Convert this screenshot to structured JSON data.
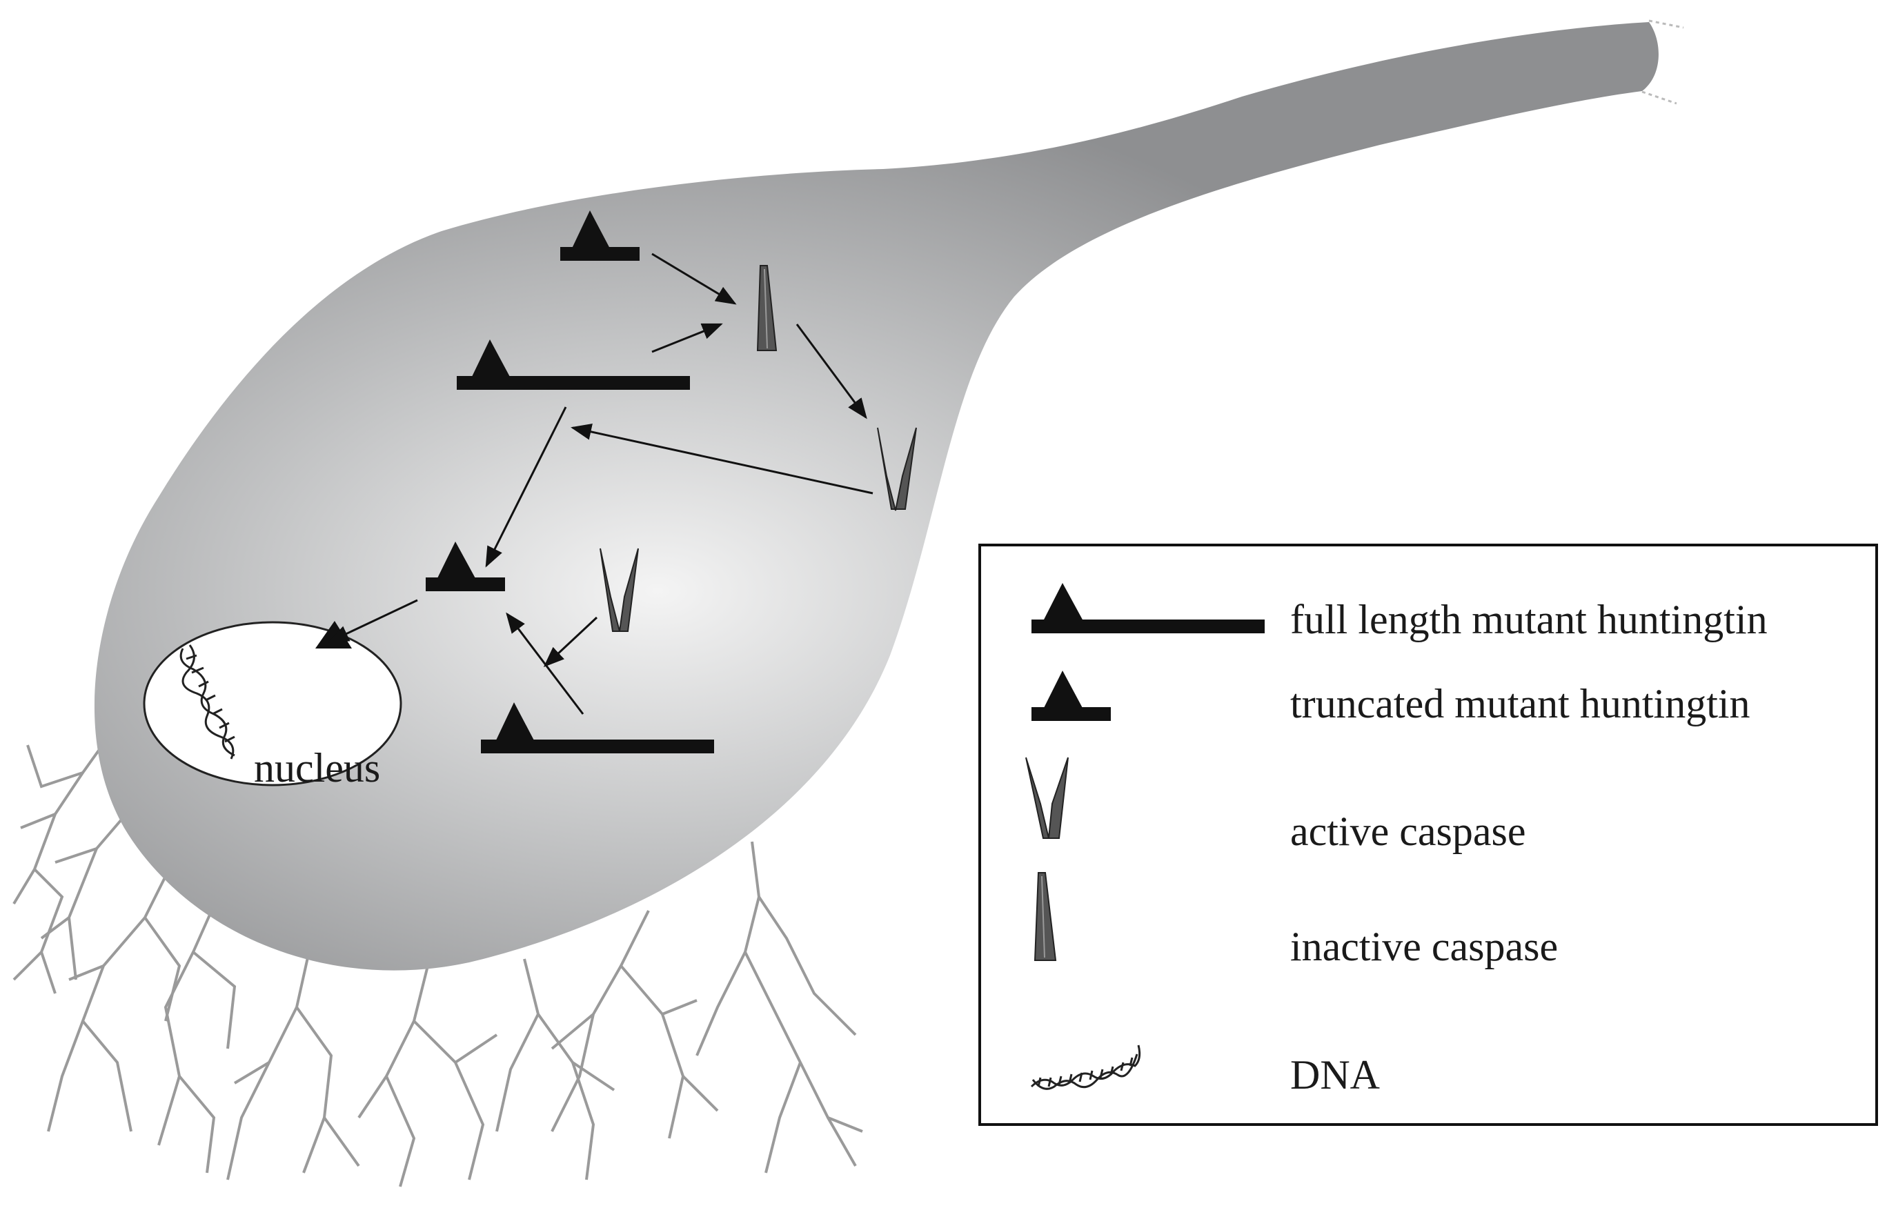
{
  "diagram": {
    "nucleus_label": "nucleus"
  },
  "legend": {
    "items": [
      {
        "icon": "full-length-huntingtin-icon",
        "label": "full length mutant huntingtin"
      },
      {
        "icon": "truncated-huntingtin-icon",
        "label": "truncated mutant huntingtin"
      },
      {
        "icon": "active-caspase-icon",
        "label": "active caspase"
      },
      {
        "icon": "inactive-caspase-icon",
        "label": "inactive caspase"
      },
      {
        "icon": "dna-icon",
        "label": "DNA"
      }
    ]
  },
  "colors": {
    "cell_body": "#8e8f91",
    "cell_center": "#f4f4f4",
    "protein": "#111111",
    "caspase": "#555555",
    "dendrite": "#9a9a9a"
  }
}
